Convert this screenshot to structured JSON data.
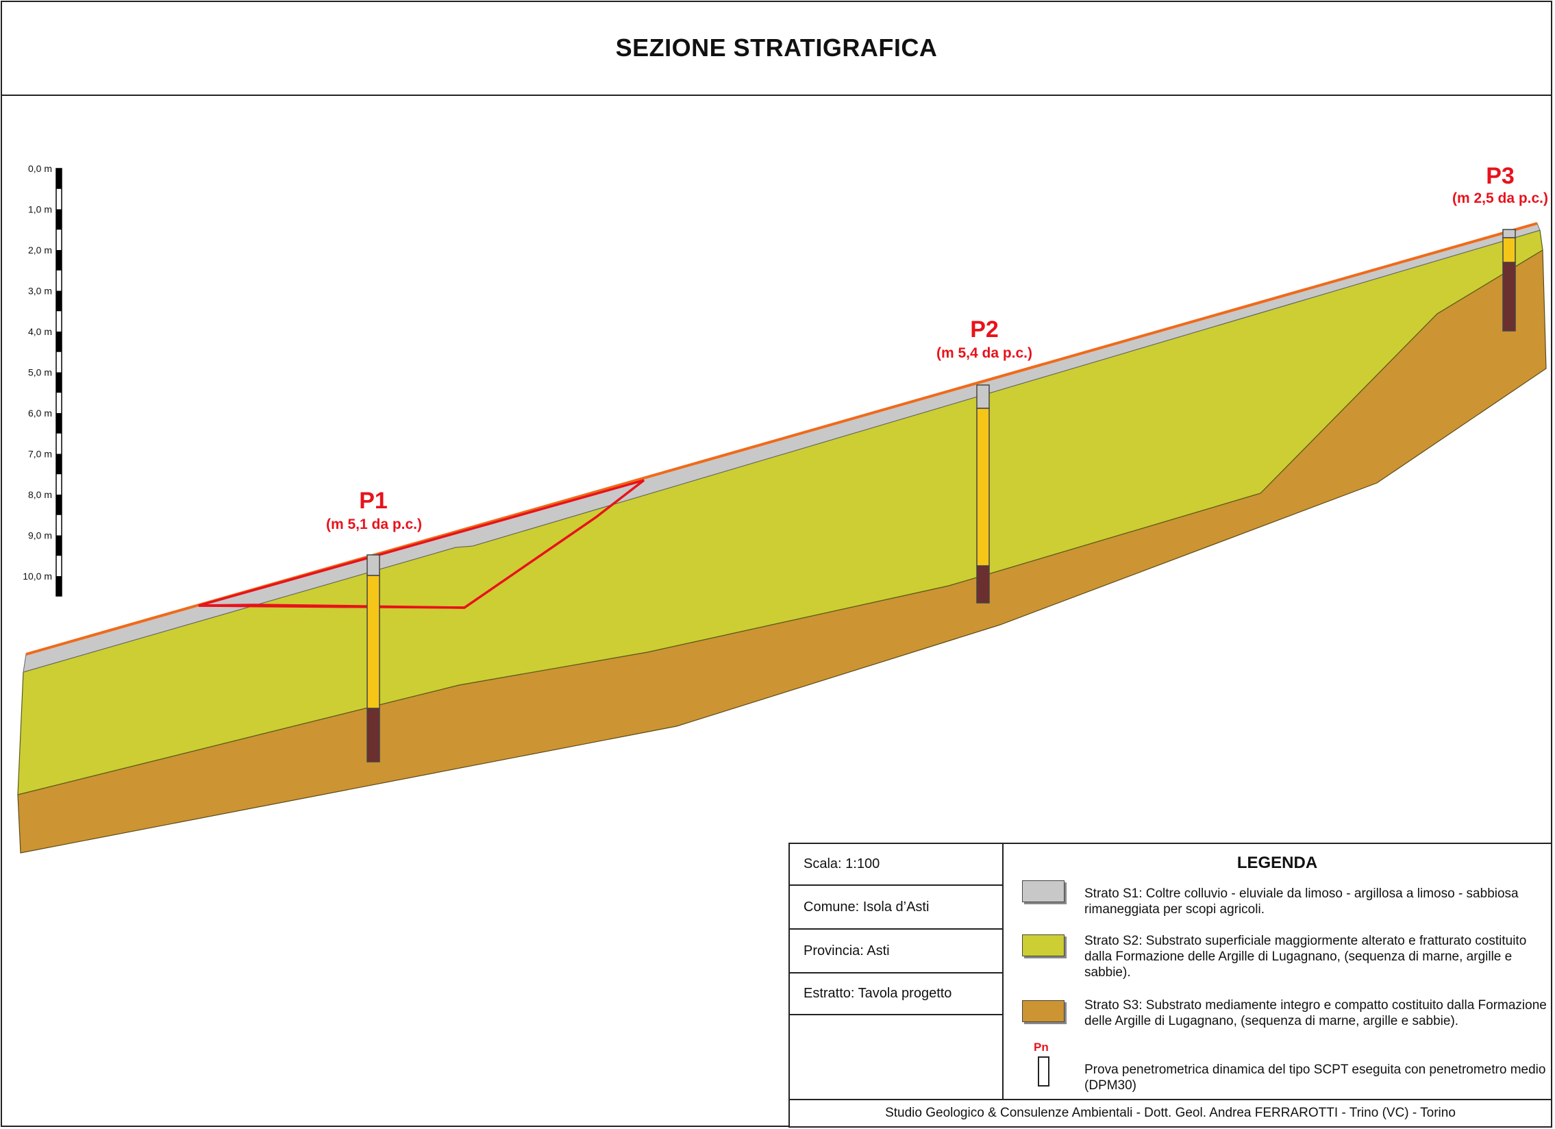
{
  "title": "SEZIONE STRATIGRAFICA",
  "colors": {
    "strato_s1": "#c8c8c8",
    "strato_s2": "#ccce33",
    "strato_s3": "#cc9433",
    "ground_line": "#f06a1a",
    "landslide": "#e8121b",
    "probe_fill": "#f5c518",
    "probe_base": "#6b2f2f"
  },
  "scale_bar": {
    "labels": [
      "0,0 m",
      "1,0 m",
      "2,0 m",
      "3,0 m",
      "4,0 m",
      "5,0 m",
      "6,0 m",
      "7,0 m",
      "8,0 m",
      "9,0 m",
      "10,0 m"
    ]
  },
  "probes": [
    {
      "name": "P1",
      "depth": "(m 5,1 da p.c.)"
    },
    {
      "name": "P2",
      "depth": "(m 5,4 da p.c.)"
    },
    {
      "name": "P3",
      "depth": "(m 2,5 da p.c.)"
    }
  ],
  "info": {
    "scala": "Scala: 1:100",
    "comune": "Comune: Isola d’Asti",
    "provincia": "Provincia: Asti",
    "estratto": "Estratto: Tavola progetto"
  },
  "legend": {
    "title": "LEGENDA",
    "s1": "Strato S1: Coltre colluvio - eluviale da limoso - argillosa a limoso - sabbiosa rimaneggiata per scopi agricoli.",
    "s2": "Strato S2: Substrato superficiale maggiormente alterato e fratturato costituito dalla Formazione delle Argille di Lugagnano, (sequenza di marne, argille e sabbie).",
    "s3": "Strato S3: Substrato  mediamente integro e compatto costituito dalla Formazione delle Argille di Lugagnano, (sequenza di marne, argille e sabbie).",
    "pn_label": "Pn",
    "probe_desc": "Prova penetrometrica dinamica del tipo SCPT eseguita con penetrometro medio (DPM30)"
  },
  "footer": "Studio Geologico & Consulenze Ambientali  -  Dott. Geol. Andrea FERRAROTTI  -  Trino (VC)  -  Torino"
}
